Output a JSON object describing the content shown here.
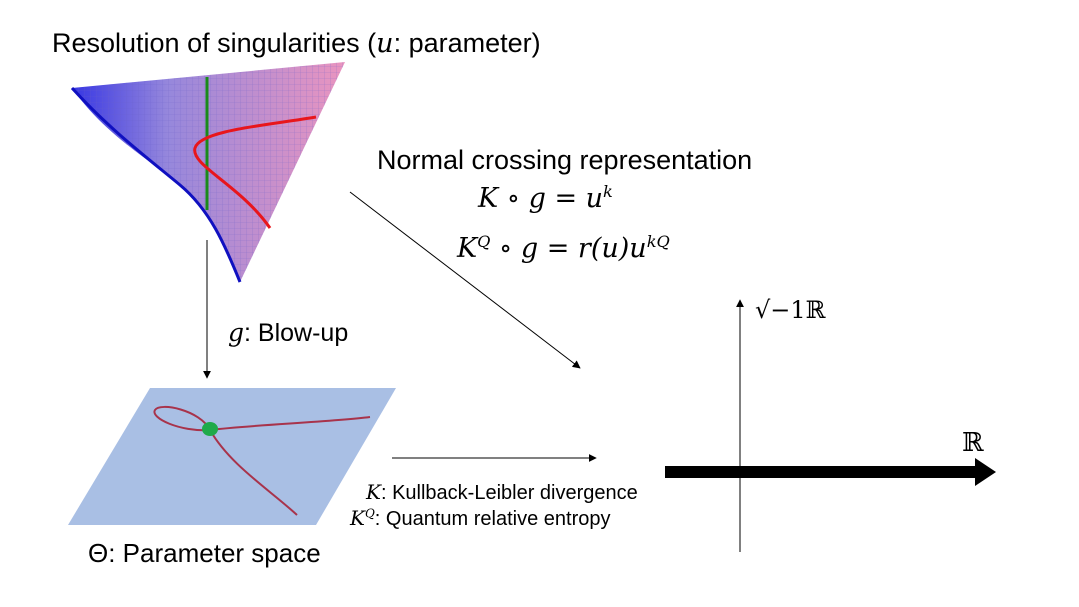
{
  "title": {
    "text": "Resolution of singularities (",
    "var": "u",
    "suffix": ": parameter)"
  },
  "normal_crossing": {
    "heading": "Normal crossing representation",
    "eq1": "K ∘ g = u",
    "eq1_sup": "k",
    "eq2": "K",
    "eq2_sup1": "Q",
    "eq2_mid": " ∘ g = r(u)u",
    "eq2_sup2": "kQ"
  },
  "blowup": {
    "var": "g",
    "label": ": Blow-up"
  },
  "parameter_space": {
    "symbol": "Θ",
    "label": ": Parameter space"
  },
  "kl": {
    "var": "K",
    "label": ": Kullback-Leibler divergence"
  },
  "qre": {
    "var": "K",
    "sup": "Q",
    "label": ": Quantum relative entropy"
  },
  "axes": {
    "imag_label": "√−1ℝ",
    "real_label": "ℝ"
  },
  "colors": {
    "plane": "#a9bfe4",
    "curve": "#a8334b",
    "point": "#1faa4a",
    "red_curve": "#e8161c",
    "green_line": "#1a8a1a",
    "mesh_start": "#3a3ae8",
    "mesh_end": "#e36aa0"
  }
}
